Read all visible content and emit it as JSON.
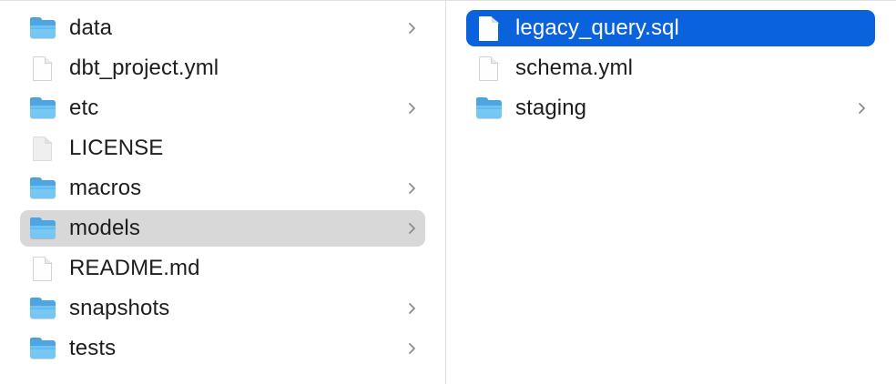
{
  "window": {
    "view_mode": "column-view",
    "background_color": "#ffffff",
    "divider_color": "#dedede",
    "active_selection_color": "#0a63dc",
    "inactive_selection_color": "#d8d8d8",
    "folder_icon_color": "#6ec2f2",
    "text_color": "#1d1d1f",
    "chevron_color": "#8c8c8c"
  },
  "columns": [
    {
      "name": "project-root-column",
      "items": [
        {
          "label": "data",
          "kind": "folder",
          "has_chevron": true,
          "selected": "none"
        },
        {
          "label": "dbt_project.yml",
          "kind": "file",
          "has_chevron": false,
          "selected": "none"
        },
        {
          "label": "etc",
          "kind": "folder",
          "has_chevron": true,
          "selected": "none"
        },
        {
          "label": "LICENSE",
          "kind": "file-plain",
          "has_chevron": false,
          "selected": "none"
        },
        {
          "label": "macros",
          "kind": "folder",
          "has_chevron": true,
          "selected": "none"
        },
        {
          "label": "models",
          "kind": "folder",
          "has_chevron": true,
          "selected": "inactive"
        },
        {
          "label": "README.md",
          "kind": "file",
          "has_chevron": false,
          "selected": "none"
        },
        {
          "label": "snapshots",
          "kind": "folder",
          "has_chevron": true,
          "selected": "none"
        },
        {
          "label": "tests",
          "kind": "folder",
          "has_chevron": true,
          "selected": "none"
        }
      ]
    },
    {
      "name": "models-folder-column",
      "items": [
        {
          "label": "legacy_query.sql",
          "kind": "file",
          "has_chevron": false,
          "selected": "active"
        },
        {
          "label": "schema.yml",
          "kind": "file",
          "has_chevron": false,
          "selected": "none"
        },
        {
          "label": "staging",
          "kind": "folder",
          "has_chevron": true,
          "selected": "none"
        }
      ]
    }
  ]
}
